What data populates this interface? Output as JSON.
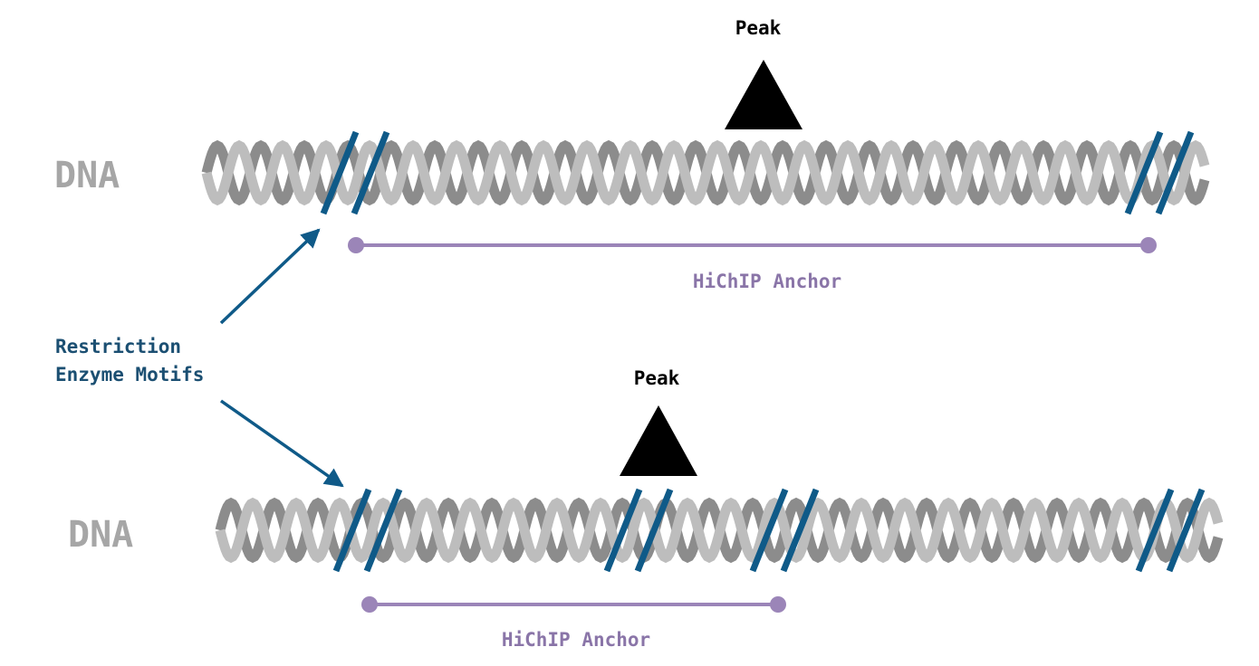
{
  "colors": {
    "strand_dark": "#8c8c8c",
    "strand_light": "#bdbdbd",
    "dna_label": "#a6a6a6",
    "motif": "#0f5a88",
    "arrow": "#0f5a88",
    "anchor": "#9b85b8",
    "anchor_label": "#8a75a8",
    "re_label": "#1b4f72",
    "peak": "#000000"
  },
  "restriction_label": {
    "line1": "Restriction",
    "line2": "Enzyme Motifs"
  },
  "rows": [
    {
      "dna_label": "DNA",
      "peak_label": "Peak",
      "anchor_label": "HiChIP Anchor",
      "motif_count": 2
    },
    {
      "dna_label": "DNA",
      "peak_label": "Peak",
      "anchor_label": "HiChIP Anchor",
      "motif_count": 4
    }
  ]
}
